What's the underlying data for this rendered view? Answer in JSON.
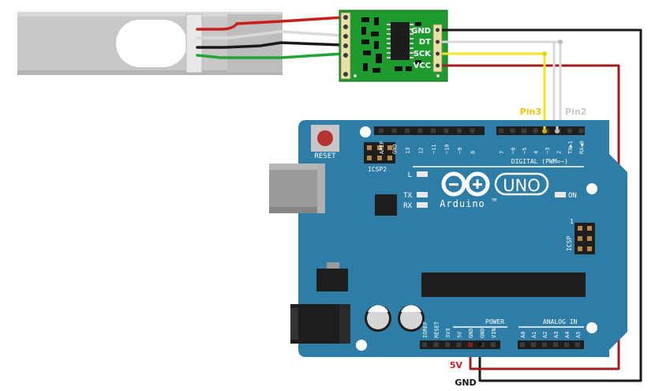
{
  "hx711": {
    "pins": [
      "GND",
      "DT",
      "SCK",
      "VCC"
    ]
  },
  "arduino": {
    "logo_text": "Arduino",
    "model": "UNO",
    "trademark": "TM",
    "reset_label": "RESET",
    "icsp2_label": "ICSP2",
    "icsp_label": "ICSP",
    "icsp_pin1": "1",
    "digital_label": "DIGITAL (PWM=~)",
    "analog_label": "ANALOG IN",
    "power_label": "POWER",
    "led_l": "L",
    "led_tx": "TX",
    "led_rx": "RX",
    "led_on": "ON",
    "digital_pins_left": [
      "AREF",
      "GND",
      "13",
      "12",
      "~11",
      "~10",
      "~9",
      "8"
    ],
    "digital_pins_right": [
      "7",
      "~6",
      "~5",
      "4",
      "~3",
      "2",
      "TX▶1",
      "RX◀0"
    ],
    "power_pins": [
      "IOREF",
      "RESET",
      "3V3",
      "5V",
      "GND",
      "GND",
      "VIN"
    ],
    "analog_pins": [
      "A0",
      "A1",
      "A2",
      "A3",
      "A4",
      "A5"
    ]
  },
  "callouts": {
    "pin3": "Pin3",
    "pin2": "Pin2",
    "v5": "5V",
    "gnd": "GND"
  },
  "colors": {
    "board": "#2e7da6",
    "hx711_board": "#1f9a2f",
    "wire_red": "#c81e1e",
    "wire_dark_red": "#a21d1d",
    "wire_black": "#1a1a1a",
    "wire_white": "#d9d9d9",
    "wire_green": "#1fa637",
    "wire_yellow": "#f5e61e",
    "pin3_label": "#f2c200",
    "pin2_label": "#c8c8c8",
    "v5_label": "#d42020"
  }
}
